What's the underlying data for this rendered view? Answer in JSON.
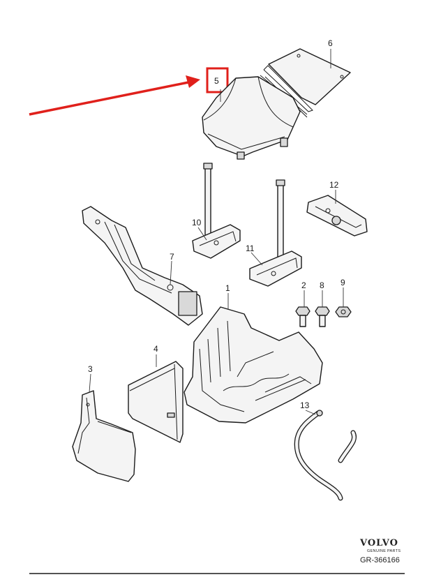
{
  "callouts": {
    "p1": "1",
    "p2": "2",
    "p3": "3",
    "p4": "4",
    "p5": "5",
    "p6": "6",
    "p7": "7",
    "p8": "8",
    "p9": "9",
    "p10": "10",
    "p11": "11",
    "p12": "12",
    "p13": "13"
  },
  "logo": {
    "brand": "VOLVO",
    "subtitle": "GENUINE PARTS"
  },
  "reference": "GR-366166",
  "highlight": {
    "color": "#e0201b",
    "target": "5"
  }
}
